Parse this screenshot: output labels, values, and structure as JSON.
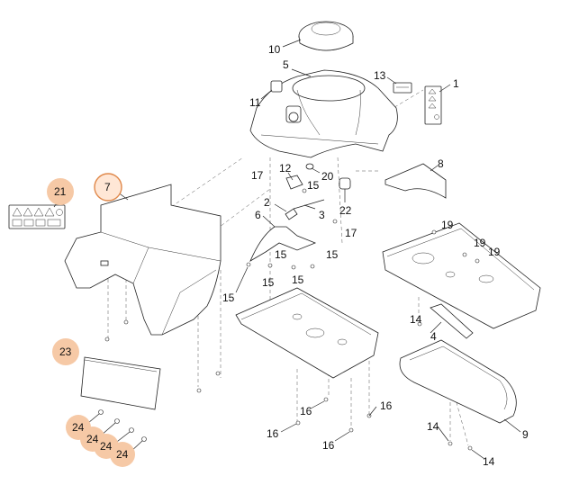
{
  "colors": {
    "line": "#222222",
    "highlight": "#f6c9a6",
    "highlight_ring": "#e0884a",
    "background": "#ffffff"
  },
  "labels": {
    "c1": "1",
    "c2": "2",
    "c3": "3",
    "c4": "4",
    "c5": "5",
    "c6": "6",
    "c7": "7",
    "c8": "8",
    "c9": "9",
    "c10": "10",
    "c11": "11",
    "c12": "12",
    "c13": "13",
    "c14a": "14",
    "c14b": "14",
    "c14c": "14",
    "c15a": "15",
    "c15b": "15",
    "c15c": "15",
    "c15d": "15",
    "c15e": "15",
    "c15f": "15",
    "c16a": "16",
    "c16b": "16",
    "c16c": "16",
    "c16d": "16",
    "c17a": "17",
    "c17b": "17",
    "c19a": "19",
    "c19b": "19",
    "c19c": "19",
    "c20": "20",
    "c21": "21",
    "c22": "22",
    "c23": "23",
    "c24a": "24",
    "c24b": "24",
    "c24c": "24",
    "c24d": "24"
  },
  "highlighted_parts": [
    "7",
    "21",
    "23",
    "24"
  ],
  "icons": [
    "warning-decal-icon",
    "warning-decal-icon",
    "warning-decal-icon",
    "warning-decal-icon",
    "hearing-protection-icon"
  ]
}
